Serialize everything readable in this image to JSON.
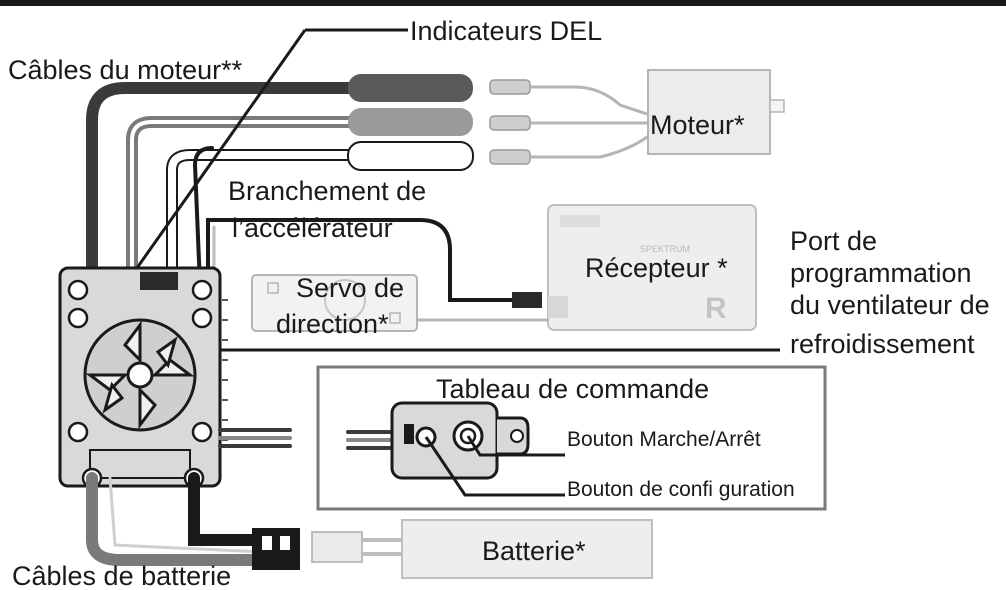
{
  "labels": {
    "led": "Indicateurs DEL",
    "motor_wires": "Câbles du moteur**",
    "motor": "Moteur*",
    "throttle_line1": "Branchement de",
    "throttle_line2": "l’accélérateur",
    "receiver": "Récepteur *",
    "steering_line1": "Servo de",
    "steering_line2": "direction*",
    "port_line1": "Port de",
    "port_line2": "programmation",
    "port_line3": "du ventilateur de",
    "port_line4": "refroidissement",
    "panel_title": "Tableau de commande",
    "on_off": "Bouton Marche/Arrêt",
    "config": "Bouton de confi guration",
    "battery": "Batterie*",
    "battery_wires": "Câbles de batterie"
  },
  "receiver_marks": {
    "brand": "SPEKTRUM",
    "logo": "R"
  },
  "colors": {
    "line": "#1a1a1a",
    "component_fill": "#e6e6e6",
    "component_stroke": "#b0b0b0",
    "esc_body": "#d9d9d9",
    "wire_dark": "#3a3a3a",
    "wire_mid": "#7a7a7a",
    "wire_light": "#ffffff"
  }
}
